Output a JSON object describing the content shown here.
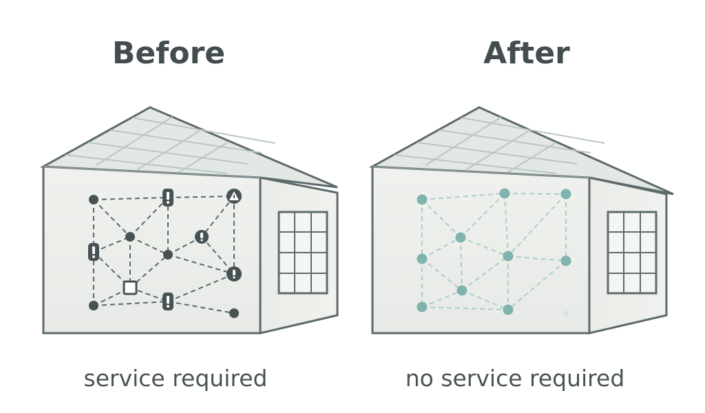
{
  "panels": [
    {
      "id": "before",
      "title": "Before",
      "caption": "service required",
      "state": "faulty sensor network"
    },
    {
      "id": "after",
      "title": "After",
      "caption": "no service required",
      "state": "healthy sensor network"
    }
  ],
  "colors": {
    "outline": "#5d6a6c",
    "wall": "#eef0ec",
    "roof": "#e6e9e6",
    "node_before": "#475254",
    "node_after": "#7fb3ae",
    "link_before": "#5a6567",
    "link_after": "#a9cfc9"
  },
  "icons": {
    "before_alerts": [
      "exclamation-icon",
      "warning-triangle-icon",
      "info-icon",
      "square-fault-icon"
    ],
    "after_nodes": "sensor-node-icon"
  }
}
